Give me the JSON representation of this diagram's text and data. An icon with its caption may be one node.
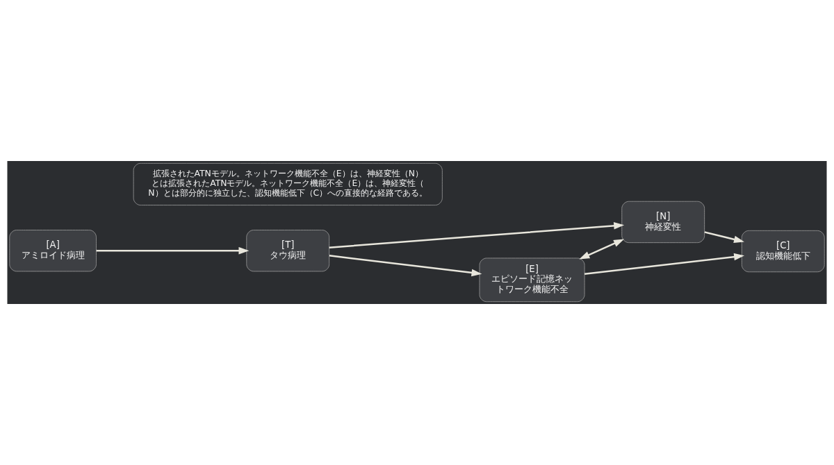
{
  "diagram": {
    "nodes": [
      {
        "text": [
          "[A]",
          "アミロイド病理"
        ]
      },
      {
        "text": [
          "[T]",
          "タウ病理"
        ]
      },
      {
        "text": [
          "[E]",
          "エピソード記憶ネットワーク機能不全"
        ]
      },
      {
        "text": [
          "[N]",
          "神経変性"
        ]
      },
      {
        "text": [
          "[C]",
          "認知機能低下"
        ]
      },
      {
        "text": [
          "拡張されたATNモデル。ネットワーク機能不全（E）は、神経変性（N）とは拡張されたATNモデル。ネットワーク機能不全（E）は、神経変性（N）とは部分的に独立した、認知機能低下（C）への直接的な経路である。"
        ]
      }
    ],
    "edges": [
      {
        "from": 0,
        "to": 1,
        "arrow": "to"
      },
      {
        "from": 1,
        "to": 2,
        "arrow": "to"
      },
      {
        "from": 1,
        "to": 3,
        "arrow": "to"
      },
      {
        "from": 2,
        "to": 4,
        "arrow": "to"
      },
      {
        "from": 3,
        "to": 4,
        "arrow": "to"
      },
      {
        "from": 2,
        "to": 3,
        "arrow": "both"
      }
    ]
  }
}
